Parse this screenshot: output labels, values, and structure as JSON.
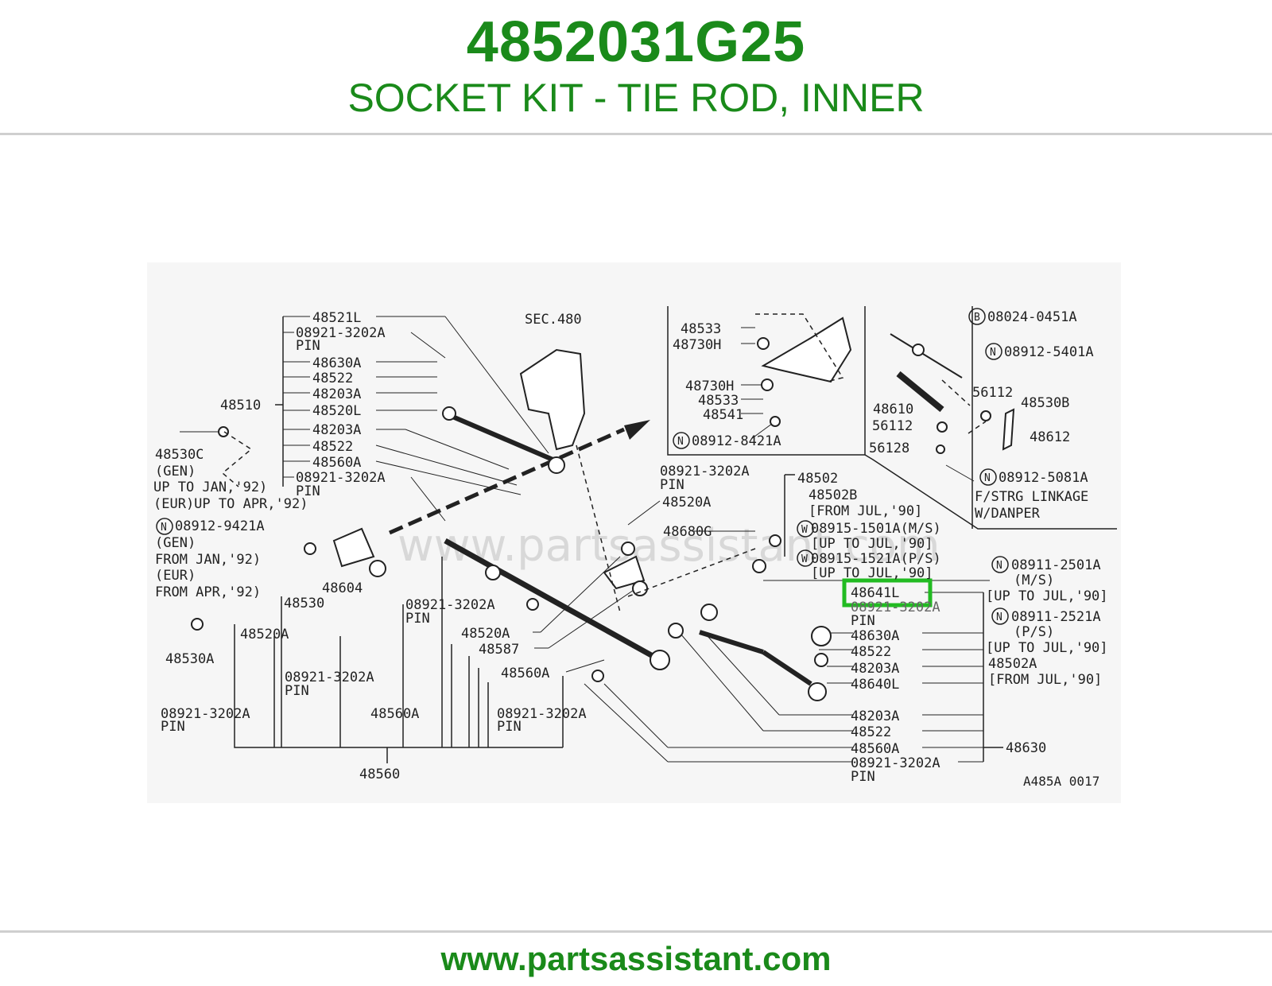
{
  "header": {
    "part_number": "4852031G25",
    "description": "SOCKET KIT - TIE ROD, INNER"
  },
  "footer": {
    "url": "www.partsassistant.com"
  },
  "diagram": {
    "watermark": "www.partsassistant.com",
    "highlight_color": "#22bb22",
    "labels": {
      "l1": "48521L",
      "l2": "08921-3202A",
      "l3": "PIN",
      "l4": "48630A",
      "l5": "48522",
      "l6": "48203A",
      "l7": "48520L",
      "l8": "48203A",
      "l9": "48522",
      "l10": "48560A",
      "l11": "08921-3202A",
      "l12": "PIN",
      "l13": "48510",
      "l14": "SEC.480",
      "l15": "48530C",
      "l16": "(GEN)",
      "l17": "UP TO JAN,'92)",
      "l18": "(EUR)UP TO APR,'92)",
      "l19": "08912-9421A",
      "l20": "(GEN)",
      "l21": "FROM JAN,'92)",
      "l22": "(EUR)",
      "l23": "FROM APR,'92)",
      "l24": "48604",
      "l25": "48530",
      "l26": "48520A",
      "l27": "48530A",
      "l28": "08921-3202A",
      "l29": "PIN",
      "l30": "48560A",
      "l31": "08921-3202A",
      "l32": "PIN",
      "l33": "48560",
      "l34": "08921-3202A",
      "l35": "PIN",
      "l36": "48520A",
      "l37": "48587",
      "l38": "48560A",
      "l39": "08921-3202A",
      "l40": "PIN",
      "l41": "08921-3202A",
      "l42": "PIN",
      "l43": "48520A",
      "l44": "48680G",
      "l45": "48502",
      "l46": "48502B",
      "l47": "[FROM JUL,'90]",
      "l48": "08915-1501A(M/S)",
      "l49": "[UP TO JUL,'90]",
      "l50": "08915-1521A(P/S)",
      "l51": "[UP TO JUL,'90]",
      "l52": "48641L",
      "l53": "08921-3202A",
      "l54": "PIN",
      "l55": "48630A",
      "l56": "48522",
      "l57": "48203A",
      "l58": "48640L",
      "l59": "48203A",
      "l60": "48522",
      "l61": "48560A",
      "l62": "08921-3202A",
      "l63": "PIN",
      "l64": "48630",
      "l65": "08911-2501A",
      "l66": "(M/S)",
      "l67": "[UP TO JUL,'90]",
      "l68": "08911-2521A",
      "l69": "(P/S)",
      "l70": "[UP TO JUL,'90]",
      "l71": "48502A",
      "l72": "[FROM JUL,'90]",
      "l73": "48533",
      "l74": "48730H",
      "l75": "48730H",
      "l76": "48533",
      "l77": "48541",
      "l78": "08912-8421A",
      "l79": "08024-0451A",
      "l80": "08912-5401A",
      "l81": "48610",
      "l82": "56112",
      "l83": "56112",
      "l84": "48530B",
      "l85": "48612",
      "l86": "56128",
      "l87": "08912-5081A",
      "l88": "F/STRG LINKAGE",
      "l89": "W/DANPER",
      "l90": "A485A 0017"
    }
  }
}
